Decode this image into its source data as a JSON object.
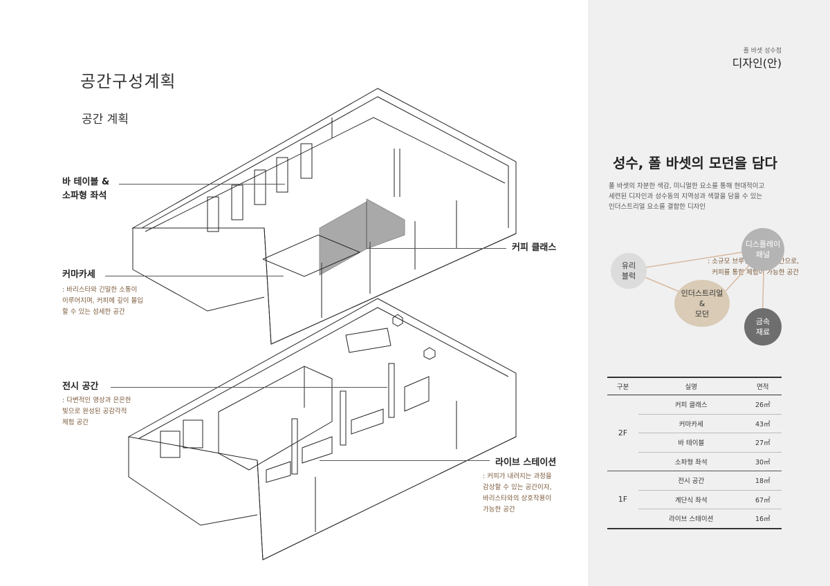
{
  "page": {
    "title": "공간구성계획",
    "subtitle": "공간 계획"
  },
  "project": {
    "small": "폴 바셋 성수점",
    "big": "디자인(안)"
  },
  "callouts": {
    "bar": {
      "label_line1": "바 테이블 &",
      "label_line2": "소파형 좌석"
    },
    "omakase": {
      "label": "커마카세",
      "desc_line1": ": 바리스타와 긴밀한 소통이",
      "desc_line2": "이루어지며, 커피에 깊이 몰입",
      "desc_line3": "할 수 있는 섬세한 공간"
    },
    "coffee_class": {
      "label": "커피 클래스",
      "desc_line1": ": 소규모 브루잉 클래스 공간으로,",
      "desc_line2": "커피를 통한 체험이 가능한 공간"
    },
    "exhibit": {
      "label": "전시 공간",
      "desc_line1": ": 다변적인 영상과 은은한",
      "desc_line2": "빛으로 완성된 공감각적",
      "desc_line3": "체험 공간"
    },
    "live_station": {
      "label": "라이브 스테이션",
      "desc_line1": ": 커피가 내려지는 과정을",
      "desc_line2": "감상할 수 있는 공간이자,",
      "desc_line3": "바리스타와의 상호작용이",
      "desc_line4": "가능한 공간"
    }
  },
  "concept": {
    "title": "성수,  폴 바셋의 모던을 담다",
    "desc_line1": "폴 바셋의 차분한 색감, 미니멀한 요소를 통해 현대적이고",
    "desc_line2": "세련된 디자인과 성수동의 지역성과 색깔을 담을 수 있는",
    "desc_line3": "인더스트리얼 요소를 결합한 디자인",
    "nodes": {
      "glass": {
        "label": "유리\n블럭",
        "color": "#dcdcdc"
      },
      "display": {
        "label": "디스플레이\n패널",
        "color": "#b4b4b4"
      },
      "industrial": {
        "label": "인더스트리얼\n&\n모던",
        "color": "#d9cbb6"
      },
      "metal": {
        "label": "금속\n재료",
        "color": "#6e6e6e"
      }
    },
    "link_color": "#d8b9a0"
  },
  "area_table": {
    "headers": {
      "col1": "구분",
      "col2": "실명",
      "col3": "면적"
    },
    "floor2": "2F",
    "floor1": "1F",
    "rows": [
      {
        "name": "커피 클래스",
        "area": "26㎡"
      },
      {
        "name": "커마카세",
        "area": "43㎡"
      },
      {
        "name": "바 테이블",
        "area": "27㎡"
      },
      {
        "name": "소파형 좌석",
        "area": "30㎡"
      },
      {
        "name": "전시 공간",
        "area": "18㎡"
      },
      {
        "name": "계단식 좌석",
        "area": "67㎡"
      },
      {
        "name": "라이브 스테이션",
        "area": "16㎡"
      }
    ]
  }
}
